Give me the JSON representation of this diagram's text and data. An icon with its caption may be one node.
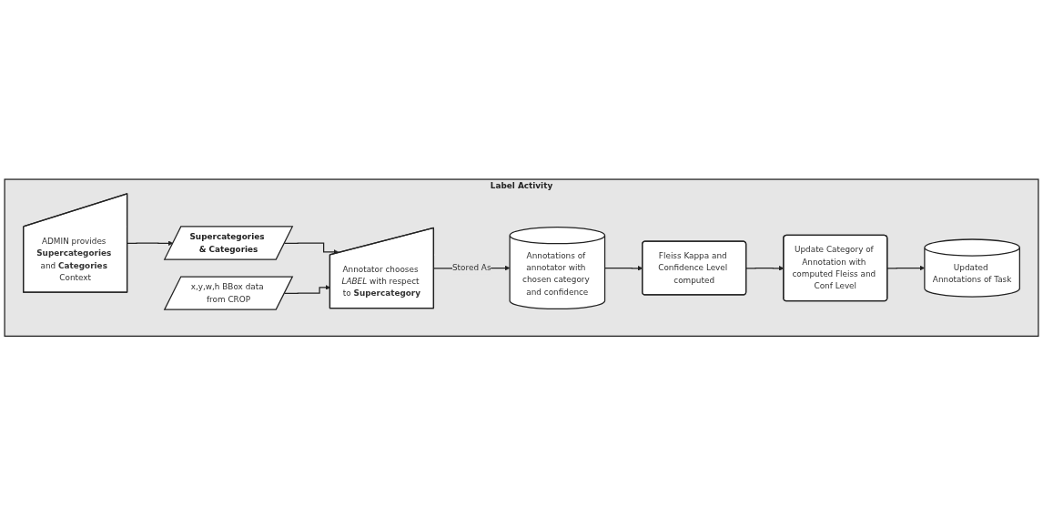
{
  "diagram": {
    "nodes": [
      {
        "text": [
          "Label Activity"
        ]
      },
      {
        "text": [
          "ADMIN provides **Supercategories** and **Categories** Context"
        ],
        "in": 0
      },
      {
        "text": [
          "Supercategories & Categories"
        ],
        "in": 0
      },
      {
        "text": [
          "x,y,w,h BBox data from CROP"
        ],
        "in": 0
      },
      {
        "text": [
          "Annotator chooses *LABEL* with respect to **Supercategory**"
        ],
        "in": 0
      },
      {
        "text": [
          "Fleiss Kappa and Confidence Level computed"
        ],
        "in": 0
      },
      {
        "text": [
          "Update Category of Annotation with computed Fleiss and Conf Level"
        ],
        "in": 0
      },
      {
        "text": [
          "Annotations of annotator with chosen category and confidence"
        ],
        "in": 0
      },
      {
        "text": [
          "Updated Annotations of Task"
        ],
        "in": 0
      }
    ],
    "edges": [
      {
        "from": 1,
        "to": 2,
        "arrow": "to"
      },
      {
        "from": 2,
        "to": 4,
        "arrow": "to"
      },
      {
        "from": 3,
        "to": 4,
        "arrow": "to"
      },
      {
        "from": 4,
        "to": 7,
        "arrow": "to",
        "label": "Stored As"
      },
      {
        "from": 7,
        "to": 5,
        "arrow": "to"
      },
      {
        "from": 5,
        "to": 6,
        "arrow": "to"
      },
      {
        "from": 6,
        "to": 8,
        "arrow": "to"
      }
    ]
  }
}
